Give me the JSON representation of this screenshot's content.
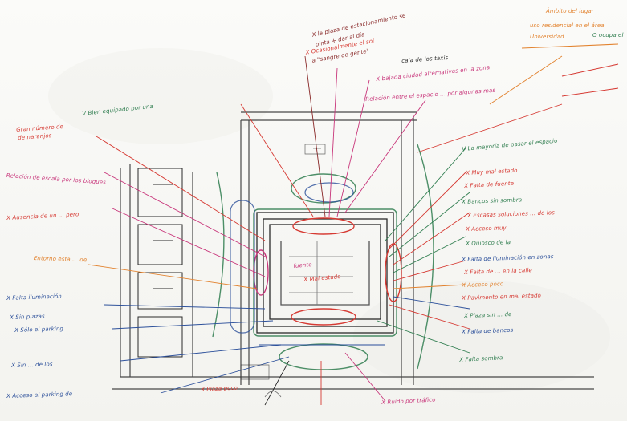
{
  "palette": {
    "red": "#d63a33",
    "magenta": "#c8357a",
    "green": "#2f7d4f",
    "blue": "#2b4f9a",
    "orange": "#e2822e",
    "black": "#2a2a2a",
    "maroon": "#8a2b2b"
  },
  "notes": [
    {
      "id": "note-top-right-1",
      "text": "Ámbito del lugar",
      "color": "orange"
    },
    {
      "id": "note-top-right-2",
      "text": "uso residencial en el área",
      "color": "orange"
    },
    {
      "id": "note-top-right-3",
      "text": "Universidad",
      "color": "orange"
    },
    {
      "id": "note-top-right-4",
      "text": "O ocupa el",
      "color": "green"
    },
    {
      "id": "note-top-center-1",
      "text": "X la plaza de estacionamiento se",
      "color": "maroon"
    },
    {
      "id": "note-top-center-2",
      "text": "pinta + dar al día",
      "color": "maroon"
    },
    {
      "id": "note-top-center-3",
      "text": "X Ocasionalmente el sol",
      "color": "red"
    },
    {
      "id": "note-top-center-4",
      "text": "a \"sangre de gente\"",
      "color": "maroon"
    },
    {
      "id": "note-top-center-5",
      "text": "caja de los taxis",
      "color": "black"
    },
    {
      "id": "note-top-center-6",
      "text": "X bajada ciudad alternativas en la zona",
      "color": "magenta"
    },
    {
      "id": "note-top-center-7",
      "text": "Relación entre el espacio ... por algunas mas",
      "color": "magenta"
    },
    {
      "id": "note-left-1",
      "text": "V Bien equipado por una",
      "color": "green"
    },
    {
      "id": "note-left-2",
      "text": "Gran número de",
      "color": "red"
    },
    {
      "id": "note-left-3",
      "text": "de naranjos",
      "color": "red"
    },
    {
      "id": "note-left-4",
      "text": "Relación de escala por los bloques",
      "color": "magenta"
    },
    {
      "id": "note-left-5",
      "text": "X Ausencia de un ... pero",
      "color": "red"
    },
    {
      "id": "note-left-6",
      "text": "Entorno está ... de",
      "color": "orange"
    },
    {
      "id": "note-left-7",
      "text": "X Falta iluminación",
      "color": "blue"
    },
    {
      "id": "note-left-8",
      "text": "X Sin plazas",
      "color": "blue"
    },
    {
      "id": "note-left-9",
      "text": "X Sólo el parking",
      "color": "blue"
    },
    {
      "id": "note-left-10",
      "text": "X Sin ... de los",
      "color": "blue"
    },
    {
      "id": "note-left-11",
      "text": "X Acceso al parking de ... ",
      "color": "blue"
    },
    {
      "id": "note-right-1",
      "text": "V La mayoría de pasar el espacio",
      "color": "green"
    },
    {
      "id": "note-right-2",
      "text": "X Muy mal estado",
      "color": "red"
    },
    {
      "id": "note-right-3",
      "text": "X Falta de fuente",
      "color": "red"
    },
    {
      "id": "note-right-4",
      "text": "X Bancos sin sombra",
      "color": "green"
    },
    {
      "id": "note-right-5",
      "text": "X Escasas soluciones ... de los",
      "color": "red"
    },
    {
      "id": "note-right-6",
      "text": "X Acceso muy",
      "color": "red"
    },
    {
      "id": "note-right-7",
      "text": "X Quiosco de la",
      "color": "green"
    },
    {
      "id": "note-right-8",
      "text": "X Falta de iluminación en zonas",
      "color": "blue"
    },
    {
      "id": "note-right-9",
      "text": "X Falta de ... en la calle",
      "color": "red"
    },
    {
      "id": "note-right-10",
      "text": "X Acceso poco",
      "color": "orange"
    },
    {
      "id": "note-right-11",
      "text": "X Pavimento en mal estado",
      "color": "red"
    },
    {
      "id": "note-right-12",
      "text": "X Plaza sin ... de",
      "color": "green"
    },
    {
      "id": "note-right-13",
      "text": "X Falta de bancos",
      "color": "blue"
    },
    {
      "id": "note-bottom-1",
      "text": "X Falta sombra",
      "color": "green"
    },
    {
      "id": "note-bottom-2",
      "text": "X Ruido por tráfico",
      "color": "magenta"
    },
    {
      "id": "note-bottom-3",
      "text": "X Plaza poco",
      "color": "red"
    },
    {
      "id": "note-center-1",
      "text": "fuente",
      "color": "magenta"
    },
    {
      "id": "note-center-2",
      "text": "X Mal estado",
      "color": "red"
    }
  ]
}
